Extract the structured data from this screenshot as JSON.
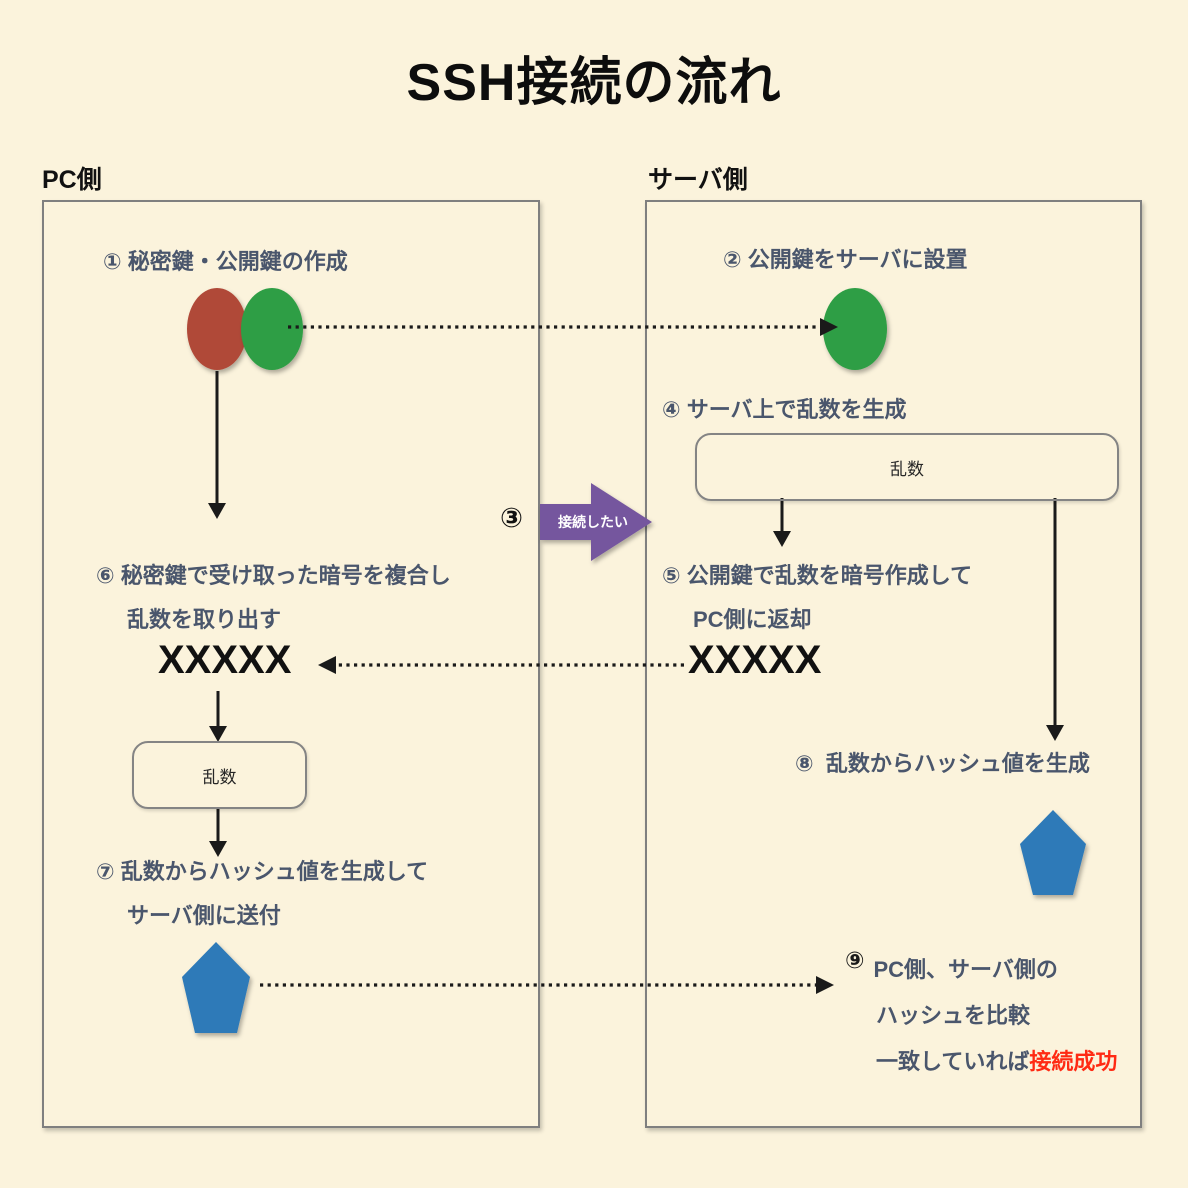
{
  "title": "SSH接続の流れ",
  "colors": {
    "background": "#FBF3DC",
    "private_key_red": "#B04A37",
    "public_key_green": "#2F9E44",
    "hash_pentagon_blue": "#2E7AB8",
    "connect_arrow_purple": "#74569E",
    "success_red": "#FF2A13",
    "step_text": "#4A566C",
    "line_black": "#1a1a1a"
  },
  "pc_panel": {
    "label": "PC側",
    "step1": "① 秘密鍵・公開鍵の作成",
    "step6_line1": "⑥ 秘密鍵で受け取った暗号を複合し",
    "step6_line2": "乱数を取り出す",
    "cipher_text": "XXXXX",
    "random_box": "乱数",
    "step7_line1": "⑦ 乱数からハッシュ値を生成して",
    "step7_line2": "サーバ側に送付"
  },
  "server_panel": {
    "label": "サーバ側",
    "step2": "② 公開鍵をサーバに設置",
    "step4": "④ サーバ上で乱数を生成",
    "random_box": "乱数",
    "step5_line1": "⑤ 公開鍵で乱数を暗号作成して",
    "step5_line2": "PC側に返却",
    "cipher_text": "XXXXX",
    "step8": "⑧  乱数からハッシュ値を生成",
    "step9_number": "⑨",
    "step9_line1": "PC側、サーバ側の",
    "step9_line2": "ハッシュを比較",
    "step9_line3_prefix": "一致していれば",
    "step9_line3_highlight": "接続成功"
  },
  "connect_arrow": {
    "number": "③",
    "label": "接続したい"
  }
}
